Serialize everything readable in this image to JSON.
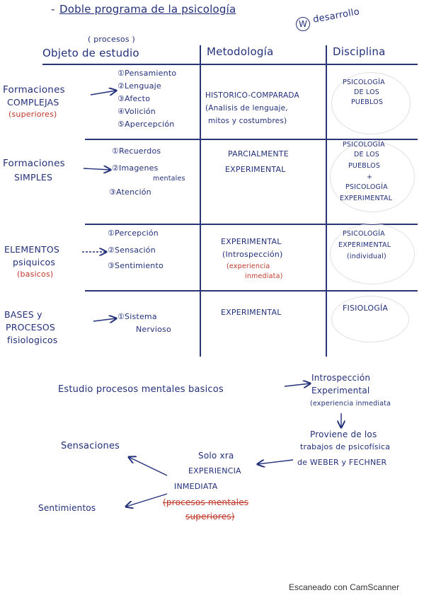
{
  "title": "Doble programa de la psicología",
  "title_prefix": "-",
  "note_corner": "desarrollo",
  "note_corner_mark": "W",
  "headers": {
    "procesos_note": "( procesos )",
    "objeto": "Objeto de estudio",
    "metodologia": "Metodología",
    "disciplina": "Disciplina"
  },
  "rows": [
    {
      "left": [
        "Formaciones",
        "COMPLEJAS",
        "(superiores)"
      ],
      "items": [
        "①Pensamiento",
        "②Lenguaje",
        "③Afecto",
        "④Volición",
        "⑤Apercepción"
      ],
      "metodo": [
        "HISTORICO-COMPARADA",
        "(Analisis de lenguaje,",
        "mitos y costumbres)"
      ],
      "disciplina": [
        "PSICOLOGÍA",
        "DE LOS",
        "PUEBLOS"
      ]
    },
    {
      "left": [
        "Formaciones",
        "SIMPLES"
      ],
      "items": [
        "①Recuerdos",
        "②Imagenes",
        "mentales",
        "③Atención"
      ],
      "metodo": [
        "PARCIALMENTE",
        "EXPERIMENTAL"
      ],
      "disciplina": [
        "PSICOLOGÍA",
        "DE LOS",
        "PUEBLOS",
        "+",
        "PSICOLOGÍA",
        "EXPERIMENTAL"
      ]
    },
    {
      "left": [
        "ELEMENTOS",
        "psiquicos",
        "(basicos)"
      ],
      "items": [
        "①Percepción",
        "②Sensación",
        "③Sentimiento"
      ],
      "metodo": [
        "EXPERIMENTAL",
        "(Introspección)",
        "(experiencia",
        "inmediata)"
      ],
      "disciplina": [
        "PSICOLOGÍA",
        "EXPERIMENTAL",
        "(individual)"
      ]
    },
    {
      "left": [
        "BASES y",
        "PROCESOS",
        "fisiologicos"
      ],
      "items": [
        "①Sistema",
        "Nervioso"
      ],
      "metodo": [
        "EXPERIMENTAL"
      ],
      "disciplina": [
        "FISIOLOGÍA"
      ]
    }
  ],
  "diagram": {
    "estudio": "Estudio procesos mentales basicos",
    "intro": [
      "Introspección",
      "Experimental",
      "(experiencia inmediata"
    ],
    "proviene": [
      "Proviene de los",
      "trabajos de psicofísica",
      "de WEBER y FECHNER"
    ],
    "solo": [
      "Solo xra",
      "EXPERIENCIA",
      "INMEDIATA"
    ],
    "red_note": [
      "(procesos mentales",
      "superiores)"
    ],
    "sensaciones": "Sensaciones",
    "sentimientos": "Sentimientos"
  },
  "footer": "Escaneado con CamScanner",
  "colors": {
    "ink": "#23307a",
    "red": "#c0392b",
    "lines": "#2a3576"
  }
}
